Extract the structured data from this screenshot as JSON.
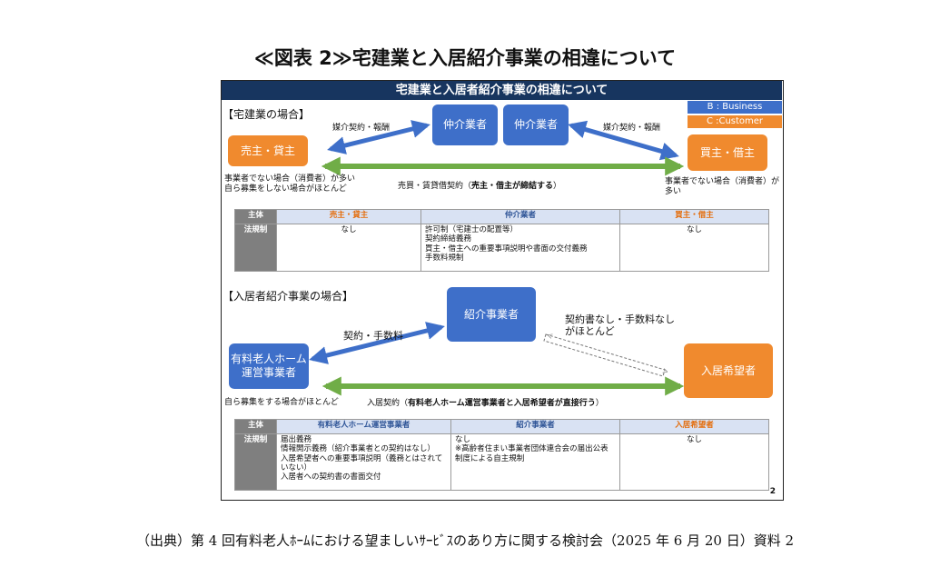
{
  "figure_title": "≪図表 2≫宅建業と入居紹介事業の相違について",
  "slide_title": "宅建業と入居者紹介事業の相違について",
  "legend": {
    "business": "B : Business",
    "customer": "C :Customer",
    "business_color": "#3e6fc9",
    "customer_color": "#f08a2e"
  },
  "section1": {
    "heading": "【宅建業の場合】",
    "seller": "売主・貸主",
    "broker1": "仲介業者",
    "broker2": "仲介業者",
    "buyer": "買主・借主",
    "label_left": "媒介契約・報酬",
    "label_right": "媒介契約・報酬",
    "contract_label": "売買・賃貸借契約（",
    "contract_bold": "売主・借主が締結する",
    "contract_end": "）",
    "note_left": "事業者でない場合（消費者）が多い\n自ら募集をしない場合がほとんど",
    "note_right": "事業者でない場合（消費者）が\n多い",
    "table": {
      "key_header": "主体",
      "key_row": "法規制",
      "headers": [
        "売主・貸主",
        "仲介業者",
        "買主・借主"
      ],
      "cells": [
        "なし",
        "許可制（宅建士の配置等）\n契約締結義務\n買主・借主への重要事項説明や書面の交付義務\n手数料規制",
        "なし"
      ]
    }
  },
  "section2": {
    "heading": "【入居者紹介事業の場合】",
    "operator": "有料老人ホーム\n運営事業者",
    "agency": "紹介事業者",
    "applicant": "入居希望者",
    "label_left": "契約・手数料",
    "label_right": "契約書なし・手数料なし\nがほとんど",
    "contract_label": "入居契約（",
    "contract_bold": "有料老人ホーム運営事業者と入居希望者が直接行う",
    "contract_end": "）",
    "note_left": "自ら募集をする場合がほとんど",
    "table": {
      "key_header": "主体",
      "key_row": "法規制",
      "headers": [
        "有料老人ホーム運営事業者",
        "紹介事業者",
        "入居希望者"
      ],
      "cells": [
        "届出義務\n情報開示義務（紹介事業者との契約はなし）\n入居希望者への重要事項説明（義務とはされていない）\n入居者への契約書の書面交付",
        "なし\n※高齢者住まい事業者団体連合会の届出公表制度による自主規制",
        "なし"
      ]
    }
  },
  "page_number": "2",
  "caption": "（出典）第 4 回有料老人ﾎｰﾑにおける望ましいｻｰﾋﾞｽのあり方に関する検討会（2025 年 6 月 20 日）資料 2"
}
